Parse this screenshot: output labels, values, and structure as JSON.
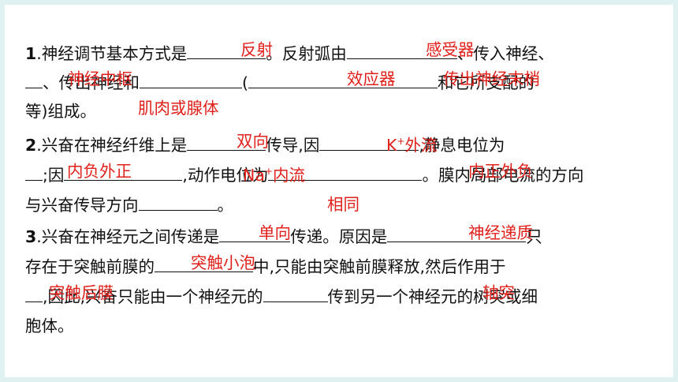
{
  "q1": {
    "num": "1",
    "l1a": ".神经调节基本方式是",
    "l1b": "。反射弧由",
    "l1c": "、传入神经、",
    "l2a": "、传出神经和",
    "l2b": "(",
    "l2c": "和它所支配的",
    "l3a": "等)组成。",
    "answers": [
      "反射",
      "感受器",
      "神经中枢",
      "效应器",
      "传出神经末梢",
      "肌肉或腺体"
    ]
  },
  "q2": {
    "num": "2",
    "l1a": ".兴奋在神经纤维上是",
    "l1b": "传导,因",
    "l1c": ",静息电位为",
    "l2a": ";因",
    "l2b": ",动作电位为",
    "l2c": "。膜内局部电流的方向",
    "l3a": "与兴奋传导方向",
    "l3b": "。",
    "answers": [
      "双向",
      "K",
      "+",
      "外流",
      "内负外正",
      "Na",
      "+",
      "内流",
      "内正外负",
      "相同"
    ]
  },
  "q3": {
    "num": "3",
    "l1a": ".兴奋在神经元之间传递是",
    "l1b": "传递。原因是",
    "l1c": "只",
    "l2a": "存在于突触前膜的",
    "l2b": "中,只能由突触前膜释放,然后作用于",
    "l3a": ",因此,兴奋只能由一个神经元的",
    "l3b": "传到另一个神经元的树突或细",
    "l4a": "胞体。",
    "answers": [
      "单向",
      "神经递质",
      "突触小泡",
      "突触后膜",
      "轴突"
    ]
  }
}
